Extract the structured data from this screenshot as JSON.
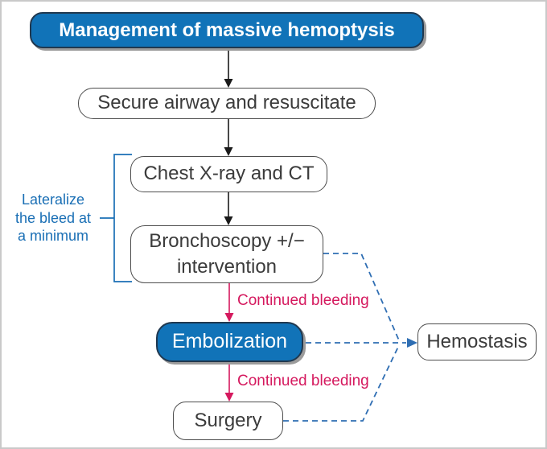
{
  "figure": {
    "title": "Management of massive hemoptysis",
    "nodes": {
      "secure_airway": "Secure airway and resuscitate",
      "chest_xray_ct": "Chest X-ray and CT",
      "bronchoscopy": "Bronchoscopy +/−\nintervention",
      "embolization": "Embolization",
      "surgery": "Surgery",
      "hemostasis": "Hemostasis"
    },
    "side_note": "Lateralize\nthe bleed at\na minimum",
    "edge_labels": {
      "continued_bleeding": "Continued bleeding"
    },
    "colors": {
      "primary_blue": "#1173b8",
      "primary_border": "#20384f",
      "accent_red": "#d5195e",
      "dashed_link_blue": "#2f6eb3",
      "note_blue": "#1a6fb5",
      "box_border_gray": "#4d4d4d",
      "text_dark_gray": "#3b3b3b",
      "frame_gray": "#c9c9c9",
      "shadow_gray": "#9b9b9b"
    }
  }
}
